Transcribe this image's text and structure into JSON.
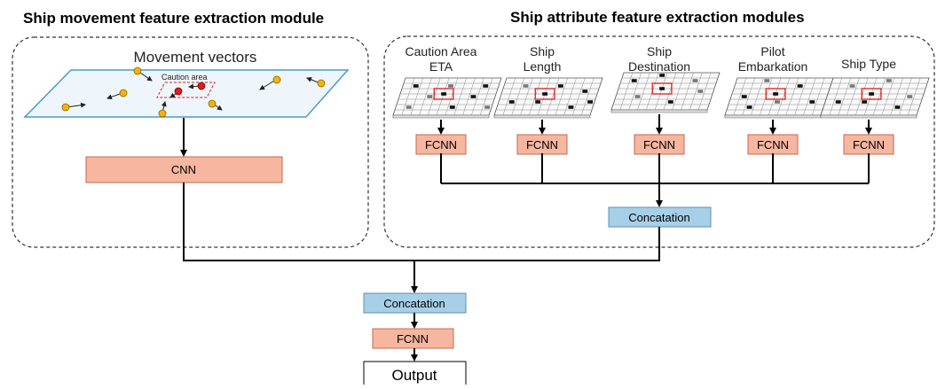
{
  "left_module": {
    "title": "Ship movement feature extraction module",
    "panel_label": "Movement vectors",
    "area_label": "Caution area",
    "cnn_label": "CNN"
  },
  "right_module": {
    "title": "Ship attribute feature extraction modules",
    "attributes": [
      {
        "label_line1": "Caution Area",
        "label_line2": "ETA",
        "fcnn_label": "FCNN"
      },
      {
        "label_line1": "Ship",
        "label_line2": "Length",
        "fcnn_label": "FCNN"
      },
      {
        "label_line1": "Ship",
        "label_line2": "Destination",
        "fcnn_label": "FCNN"
      },
      {
        "label_line1": "Pilot",
        "label_line2": "Embarkation",
        "fcnn_label": "FCNN"
      },
      {
        "label_line1": "Ship Type",
        "label_line2": "",
        "fcnn_label": "FCNN"
      }
    ],
    "concat_label": "Concatation"
  },
  "head": {
    "concat_label": "Concatation",
    "fcnn_label": "FCNN",
    "output_label": "Output"
  },
  "colors": {
    "fcnn_fill": "#f6b69f",
    "fcnn_stroke": "#c56a4c",
    "concat_fill": "#a8cfe8",
    "concat_stroke": "#5d8fb4",
    "plane_fill": "#eef6fb",
    "plane_stroke": "#4a9bc8",
    "ship_fill": "#f5b400",
    "caution_fill": "#e11b1b"
  }
}
